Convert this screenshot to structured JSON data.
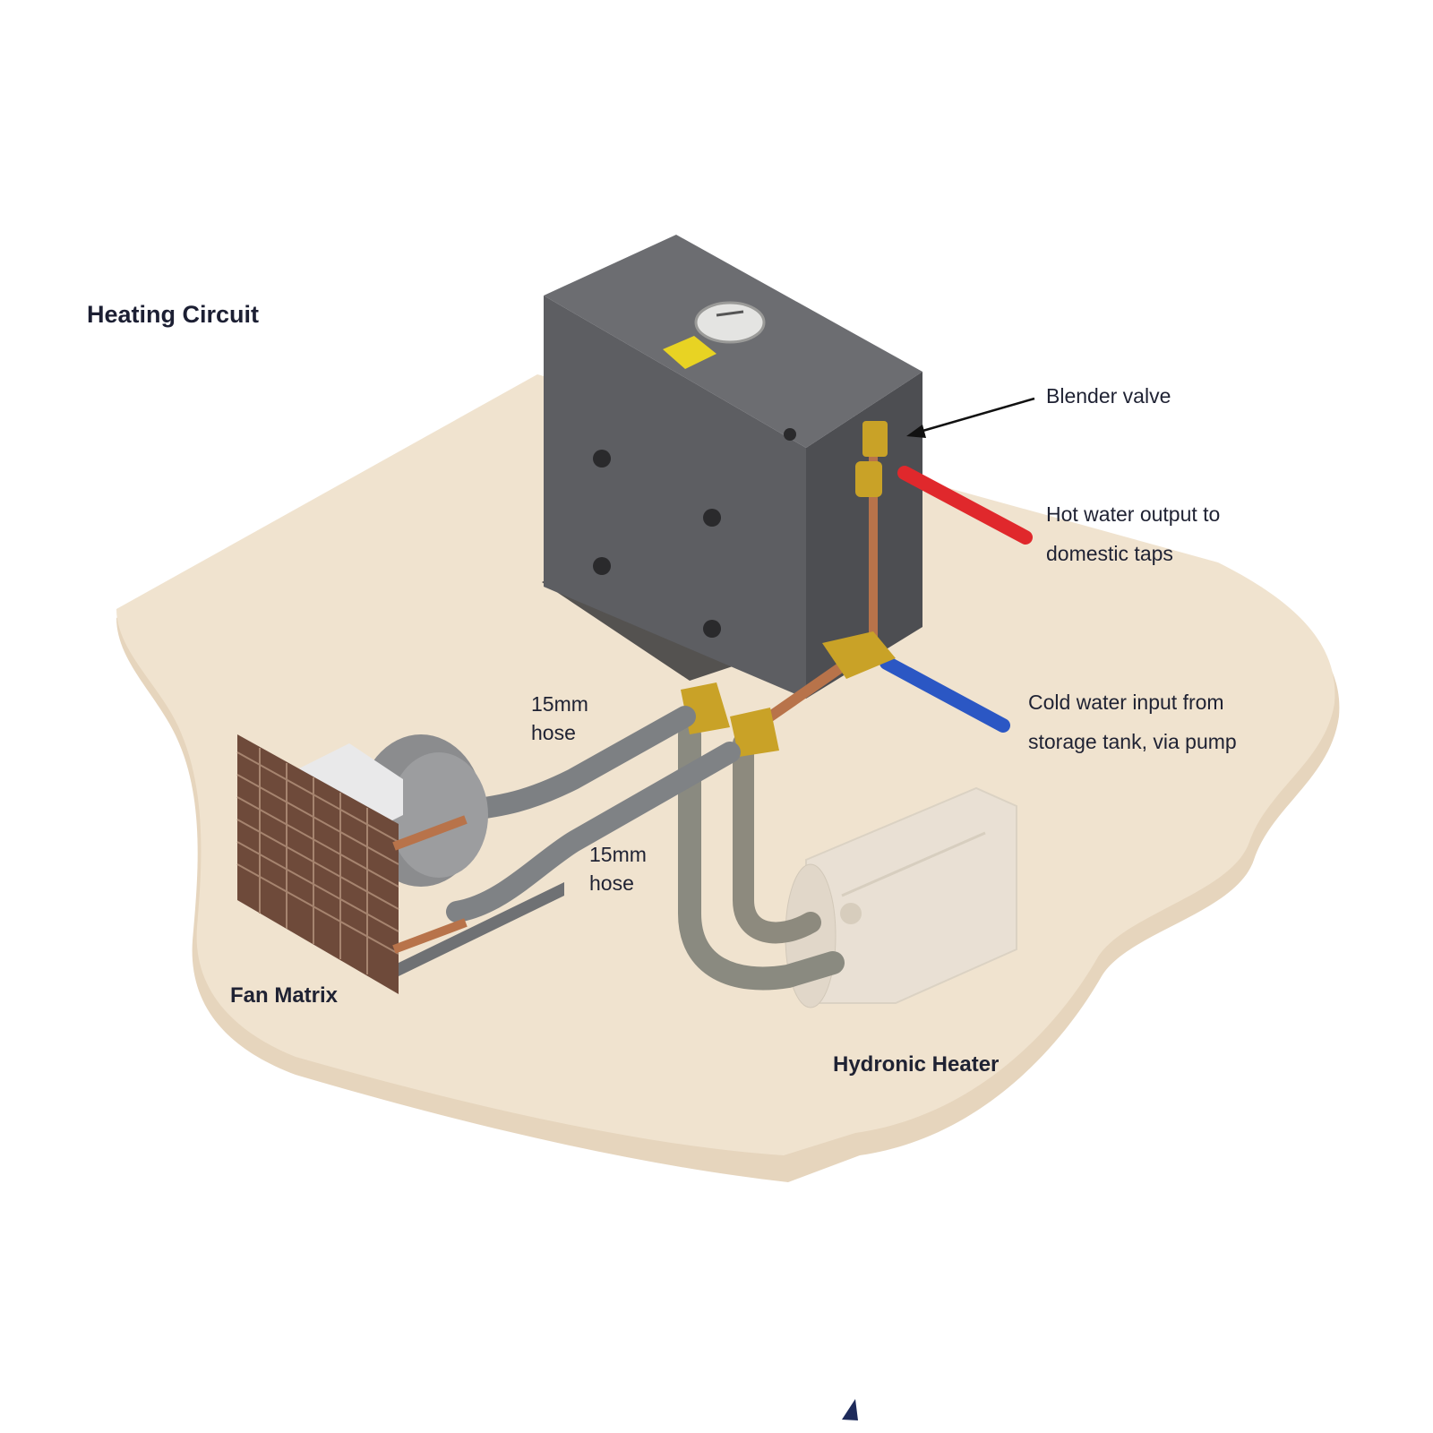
{
  "title": "Heating Circuit",
  "labels": {
    "blender_valve": "Blender valve",
    "hot_water": "Hot water output to\ndomestic taps",
    "cold_water": "Cold water input from\nstorage tank, via pump",
    "hose_upper": "15mm\nhose",
    "hose_lower": "15mm\nhose",
    "fan_matrix": "Fan Matrix",
    "hydronic_heater": "Hydronic Heater"
  },
  "colors": {
    "platform": "#efe1cc",
    "platform_edge": "#e2d1b9",
    "tank": "#5b5c60",
    "tank_top": "#6d6e72",
    "tank_side": "#4a4b4f",
    "hot_pipe": "#e0282c",
    "cold_pipe": "#2b57c4",
    "copper": "#b8734a",
    "brass": "#c9a227",
    "hose": "#8a8d90",
    "text": "#1f2233"
  }
}
